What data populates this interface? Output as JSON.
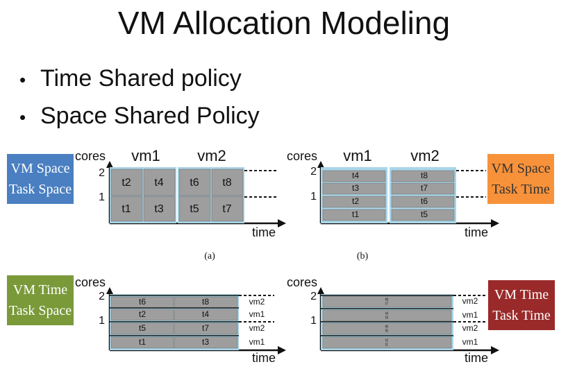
{
  "title": "VM Allocation Modeling",
  "bullets": [
    "Time Shared policy",
    "Space Shared Policy"
  ],
  "bullet_char": "•",
  "labels": {
    "a": {
      "line1": "VM Space",
      "line2": "Task Space",
      "bg": "#4a7fc1"
    },
    "b": {
      "line1": "VM Space",
      "line2": "Task Time",
      "bg": "#f8923a"
    },
    "c": {
      "line1": "VM Time",
      "line2": "Task Space",
      "bg": "#7a9a3a"
    },
    "d": {
      "line1": "VM Time",
      "line2": "Task Time",
      "bg": "#9a2a2a"
    }
  },
  "axis": {
    "y": "cores",
    "x": "time",
    "tick1": "1",
    "tick2": "2"
  },
  "captions": {
    "a": "(a)",
    "b": "(b)"
  },
  "diagram_a": {
    "vms": [
      "vm1",
      "vm2"
    ],
    "top": [
      "t2",
      "t4",
      "t6",
      "t8"
    ],
    "bottom": [
      "t1",
      "t3",
      "t5",
      "t7"
    ]
  },
  "diagram_b": {
    "vms": [
      "vm1",
      "vm2"
    ],
    "vm1_tasks": [
      "t4",
      "t3",
      "t2",
      "t1"
    ],
    "vm2_tasks": [
      "t8",
      "t7",
      "t6",
      "t5"
    ]
  },
  "diagram_c": {
    "rows": [
      [
        "t6",
        "t8"
      ],
      [
        "t2",
        "t4"
      ],
      [
        "t5",
        "t7"
      ],
      [
        "t1",
        "t3"
      ]
    ],
    "vm_labels": [
      "vm2",
      "vm1",
      "vm2",
      "vm1"
    ]
  },
  "diagram_d": {
    "row_text": [
      [
        "t8",
        "t7"
      ],
      [
        "t4",
        "t3"
      ],
      [
        "t6",
        "t5"
      ],
      [
        "t2",
        "t1"
      ]
    ],
    "vm_labels": [
      "vm2",
      "vm1",
      "vm2",
      "vm1"
    ]
  },
  "colors": {
    "cell": "#9e9e9e",
    "frame": "#a9d6e8",
    "line": "#111111"
  }
}
